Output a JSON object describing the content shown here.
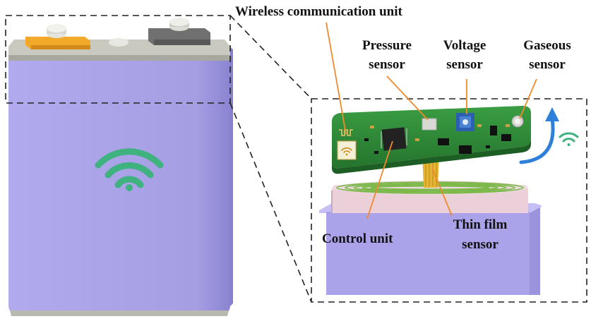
{
  "labels": {
    "wireless": "Wireless communication unit",
    "pressure_1": "Pressure",
    "pressure_2": "sensor",
    "voltage_1": "Voltage",
    "voltage_2": "sensor",
    "gaseous_1": "Gaseous",
    "gaseous_2": "sensor",
    "control": "Control unit",
    "thinfilm_1": "Thin film",
    "thinfilm_2": "sensor"
  },
  "colors": {
    "battery_body": "#a9a2e6",
    "battery_side": "#8f88d6",
    "battery_top": "#b7b7ad",
    "terminal_positive": "#f0a527",
    "terminal_negative": "#6c6c6a",
    "wifi": "#3fb27f",
    "pcb": "#2f8f3a",
    "leader_line": "#f08a2c",
    "voltage_chip": "#2c5fb0",
    "flex_cable": "#e0b331",
    "electrode_roll": "#e9c9d3",
    "roll_stripes": "#7cb84a"
  },
  "icons": [
    "wifi-icon",
    "wireless-signal-icon",
    "rotation-arrow-icon"
  ]
}
